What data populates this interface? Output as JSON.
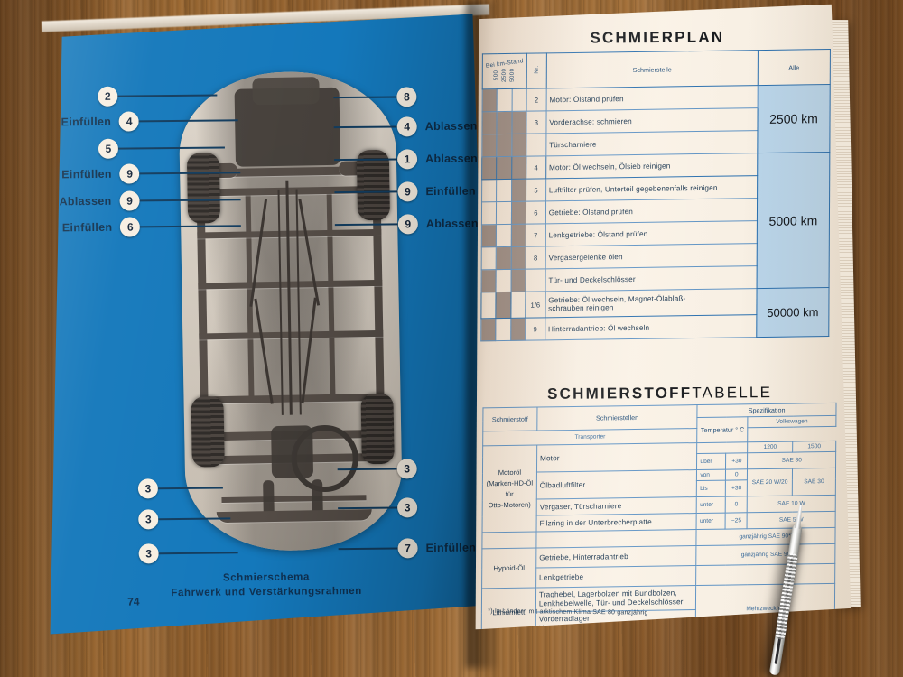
{
  "scene": {
    "background": "wooden-desk",
    "object": "open-book",
    "pen": "ballpoint-pen"
  },
  "left_page": {
    "page_number": "74",
    "caption_line1": "Schmierschema",
    "caption_line2": "Fahrwerk und Verstärkungsrahmen",
    "background_color": "#1478bb",
    "diagram_name": "chassis-underside-photo",
    "callouts_left": [
      {
        "label": "",
        "number": "2"
      },
      {
        "label": "Einfüllen",
        "number": "4"
      },
      {
        "label": "",
        "number": "5"
      },
      {
        "label": "Einfüllen",
        "number": "9"
      },
      {
        "label": "Ablassen",
        "number": "9"
      },
      {
        "label": "Einfüllen",
        "number": "6"
      },
      {
        "label": "",
        "number": "3"
      },
      {
        "label": "",
        "number": "3"
      },
      {
        "label": "",
        "number": "3"
      }
    ],
    "callouts_right": [
      {
        "number": "8",
        "label": ""
      },
      {
        "number": "4",
        "label": "Ablassen"
      },
      {
        "number": "1",
        "label": "Ablassen"
      },
      {
        "number": "9",
        "label": "Einfüllen"
      },
      {
        "number": "9",
        "label": "Ablassen"
      },
      {
        "number": "3",
        "label": ""
      },
      {
        "number": "3",
        "label": ""
      },
      {
        "number": "7",
        "label": "Einfüllen"
      }
    ]
  },
  "right_page": {
    "schmierplan": {
      "title": "SCHMIERPLAN",
      "headers": {
        "km_stand": "Bei km-Stand",
        "km_cols": [
          "500",
          "2500",
          "5000"
        ],
        "nr": "Nr.",
        "schmierstelle": "Schmierstelle",
        "alle": "Alle"
      },
      "rows": [
        {
          "nr": "2",
          "text": "Motor: Ölstand prüfen",
          "shade": [
            1,
            0,
            0
          ]
        },
        {
          "nr": "3",
          "text": "Vorderachse: schmieren",
          "shade": [
            1,
            1,
            1
          ]
        },
        {
          "nr": "",
          "text": "Türscharniere",
          "shade": [
            1,
            1,
            1
          ]
        },
        {
          "nr": "4",
          "text": "Motor: Öl wechseln, Ölsieb reinigen",
          "shade": [
            1,
            1,
            1
          ]
        },
        {
          "nr": "5",
          "text": "Luftfilter prüfen, Unterteil gegebenenfalls reinigen",
          "shade": [
            0,
            0,
            1
          ]
        },
        {
          "nr": "6",
          "text": "Getriebe: Ölstand prüfen",
          "shade": [
            0,
            0,
            1
          ]
        },
        {
          "nr": "7",
          "text": "Lenkgetriebe: Ölstand prüfen",
          "shade": [
            1,
            0,
            1
          ]
        },
        {
          "nr": "8",
          "text": "Vergasergelenke ölen",
          "shade": [
            0,
            1,
            1
          ]
        },
        {
          "nr": "",
          "text": "Tür- und Deckelschlösser",
          "shade": [
            1,
            0,
            1
          ]
        },
        {
          "nr": "1/6",
          "text": "Getriebe: Öl wechseln, Magnet-Ölablaß-\nschrauben reinigen",
          "shade": [
            0,
            1,
            0
          ]
        },
        {
          "nr": "9",
          "text": "Hinterradantrieb: Öl wechseln",
          "shade": [
            1,
            0,
            1
          ]
        }
      ],
      "intervals": [
        {
          "label": "2500 km",
          "span": 3
        },
        {
          "label": "5000 km",
          "span": 6
        },
        {
          "label": "50000 km",
          "span": 2
        }
      ]
    },
    "schmierstofftabelle": {
      "title_bold": "SCHMIERSTOFF",
      "title_thin": "TABELLE",
      "headers": {
        "schmierstoff": "Schmierstoff",
        "schmierstellen": "Schmierstellen",
        "spezifikation": "Spezifikation",
        "temperatur": "Temperatur ° C",
        "marke": "Volkswagen",
        "modell": "Transporter",
        "models": [
          "1200",
          "1500"
        ]
      },
      "groups": [
        {
          "name": "Motoröl\n(Marken-HD-Öl\nfür\nOtto-Motoren)",
          "points": [
            "Motor",
            "Ölbadluftfilter",
            "Vergaser, Türscharniere",
            "Filzring in der Unterbrecherplatte"
          ],
          "temp_rows": [
            {
              "prefix": "über",
              "value": "+30",
              "spec_1200": "SAE 30",
              "spec_1500": "SAE 30",
              "merged": true
            },
            {
              "prefix": "von",
              "value": "0",
              "spec_1200": "SAE 20 W/20",
              "spec_1500": "SAE 30",
              "merged": false
            },
            {
              "prefix": "bis",
              "value": "+30",
              "spec_1200": "",
              "spec_1500": "",
              "merged": false
            },
            {
              "prefix": "unter",
              "value": "0",
              "spec_1200": "SAE 10 W",
              "spec_1500": "SAE 10 W",
              "merged": true
            },
            {
              "prefix": "unter",
              "value": "−25",
              "spec_1200": "SAE 5 W",
              "spec_1500": "SAE 5 W",
              "merged": true
            }
          ]
        },
        {
          "name": "Hypoid-Öl",
          "points": [
            "Getriebe, Hinterradantrieb",
            "Lenkgetriebe"
          ],
          "specs": [
            "ganzjährig SAE 90*)",
            "ganzjährig SAE 90"
          ]
        },
        {
          "name": "Lithiumfett",
          "points": [
            "Traghebel, Lagerbolzen mit Bundbolzen,\nLenkhebelwelle, Tür- und Deckelschlösser",
            "Vorderradlager\nUnterbrechergleitstück mit Zündverteiler"
          ],
          "specs": [
            "Mehrzweckfett"
          ]
        }
      ],
      "footnote": "*) In Ländern mit arktischem Klima SAE 80 ganzjährig"
    }
  }
}
